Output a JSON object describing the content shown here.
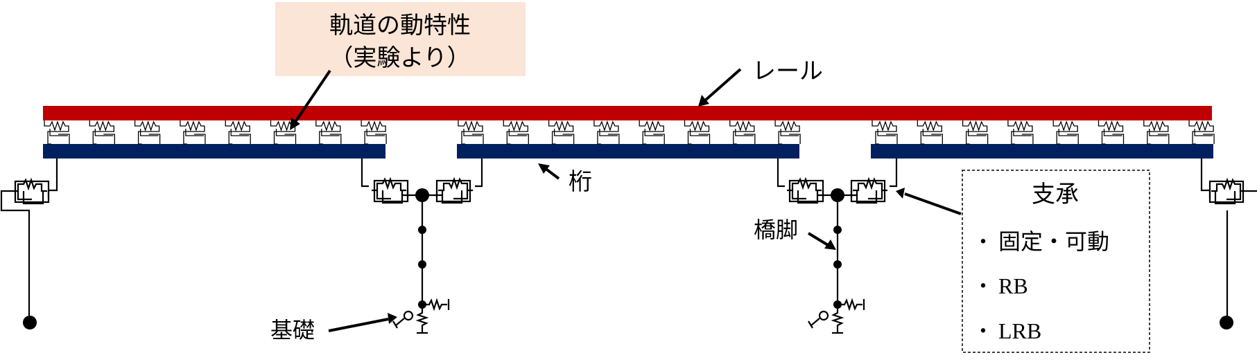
{
  "colors": {
    "rail": "#c00000",
    "girder": "#002060",
    "callout_fill": "#fbe5d6",
    "line": "#000000"
  },
  "labels": {
    "track_title": "軌道の動特性",
    "track_sub": "（実験より）",
    "rail": "レール",
    "girder": "桁",
    "pier": "橋脚",
    "foundation": "基礎"
  },
  "legend": {
    "title": "支承",
    "items": [
      {
        "bullet": "・",
        "text": "固定・可動"
      },
      {
        "bullet": "・",
        "text": "RB"
      },
      {
        "bullet": "・",
        "text": "LRB"
      }
    ]
  },
  "icons": {
    "spring": "spring-icon",
    "bearing": "bearing-icon",
    "node": "node-dot-icon",
    "hinge": "hinge-icon"
  }
}
